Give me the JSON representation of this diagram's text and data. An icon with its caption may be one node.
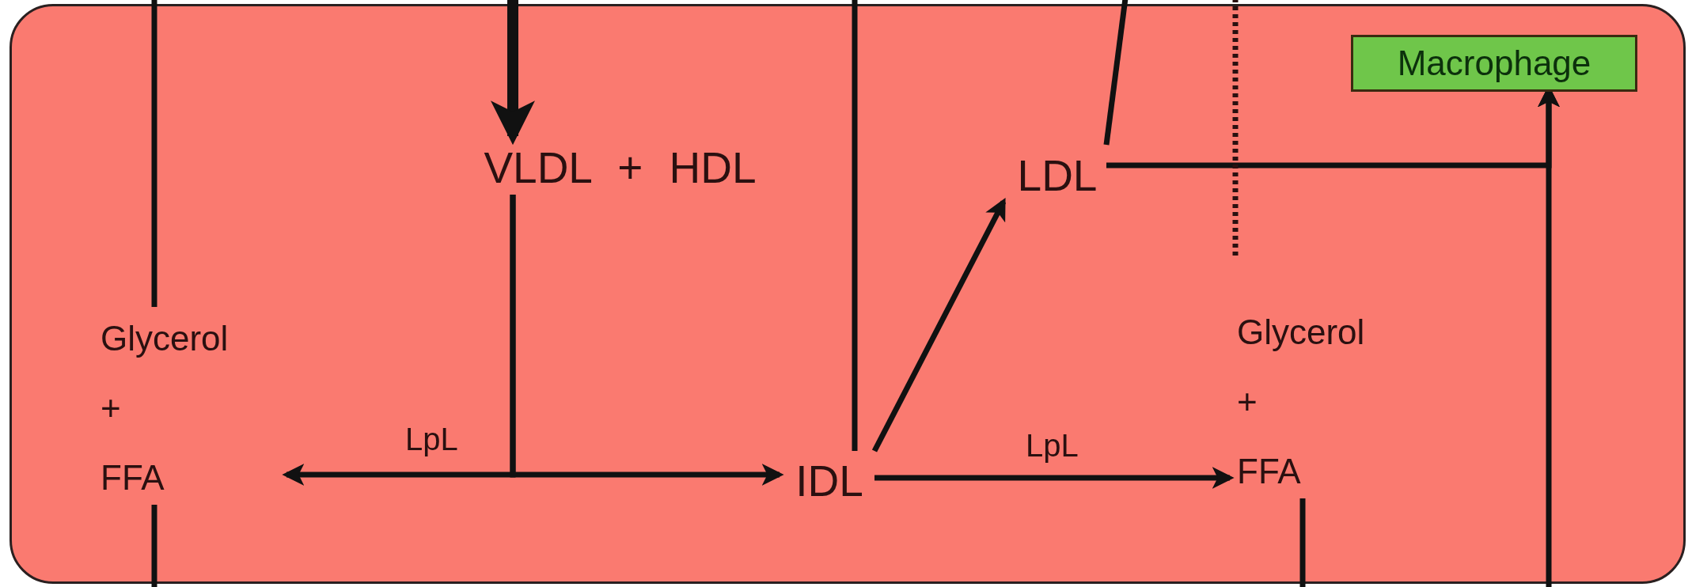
{
  "diagram": {
    "nodes": [
      {
        "text": [],
        "shape": "box"
      },
      {
        "text": [
          "Macrophage"
        ],
        "in": 0
      },
      {
        "text": [
          "VLDL + HDL"
        ],
        "in": 0
      },
      {
        "text": [
          "LDL"
        ],
        "in": 0
      },
      {
        "text": [
          "Glycerol + FFA"
        ],
        "in": 0
      },
      {
        "text": [
          "IDL"
        ],
        "in": 0
      },
      {
        "text": [
          "Glycerol + FFA"
        ],
        "in": 0
      }
    ],
    "edges": [
      {
        "from": null,
        "to": 2,
        "arrow": "to",
        "style": "thick"
      },
      {
        "from": 2,
        "to": 4,
        "arrow": "to",
        "label": "LpL"
      },
      {
        "from": 2,
        "to": 5,
        "arrow": "to"
      },
      {
        "from": 5,
        "to": 3,
        "arrow": "to"
      },
      {
        "from": 5,
        "to": 6,
        "arrow": "to",
        "label": "LpL"
      },
      {
        "from": 3,
        "to": 1,
        "arrow": "to"
      },
      {
        "from": null,
        "to": 1,
        "arrow": "to"
      },
      {
        "from": null,
        "to": 4,
        "arrow": "none"
      },
      {
        "from": null,
        "to": 5,
        "arrow": "none"
      },
      {
        "from": null,
        "to": 3,
        "arrow": "none"
      },
      {
        "from": 4,
        "to": null,
        "arrow": "none"
      },
      {
        "from": 6,
        "to": null,
        "arrow": "none"
      }
    ]
  }
}
